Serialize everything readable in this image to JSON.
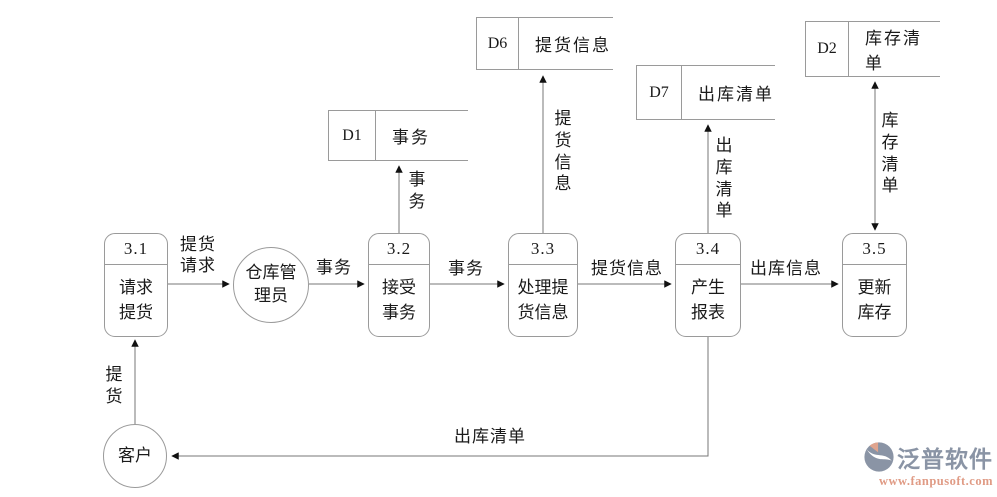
{
  "diagram": {
    "title_hint": "仓库提货数据流程图",
    "processes": [
      {
        "id": "3.1",
        "name": "请求\n提货"
      },
      {
        "id": "3.2",
        "name": "接受\n事务"
      },
      {
        "id": "3.3",
        "name": "处理提\n货信息"
      },
      {
        "id": "3.4",
        "name": "产生\n报表"
      },
      {
        "id": "3.5",
        "name": "更新\n库存"
      }
    ],
    "data_stores": [
      {
        "id": "D1",
        "name": "事务"
      },
      {
        "id": "D6",
        "name": "提货信息"
      },
      {
        "id": "D7",
        "name": "出库清单"
      },
      {
        "id": "D2",
        "name": "库存清单"
      }
    ],
    "externals": [
      {
        "name": "仓库管\n理员"
      },
      {
        "name": "客户"
      }
    ],
    "flows": {
      "pickup_request": "提货\n请求",
      "transaction_in": "事务",
      "transaction_mid": "事务",
      "pickup_info_mid": "提货信息",
      "outbound_info": "出库信息",
      "transaction_up": "事\n务",
      "pickup_info_up": "提\n货\n信\n息",
      "outbound_list_up": "出\n库\n清\n单",
      "inventory_list_vert": "库\n存\n清\n单",
      "pickup_vert": "提\n货",
      "outbound_list_bottom": "出库清单"
    }
  },
  "colors": {
    "shape_border": "#9a9a9a",
    "flow_line": "#777777",
    "arrowhead": "#111111",
    "brand_text": "#8a94a5",
    "brand_url": "#e09b85"
  },
  "watermark": {
    "brand": "泛普软件",
    "url": "www.fanpusoft.com"
  }
}
